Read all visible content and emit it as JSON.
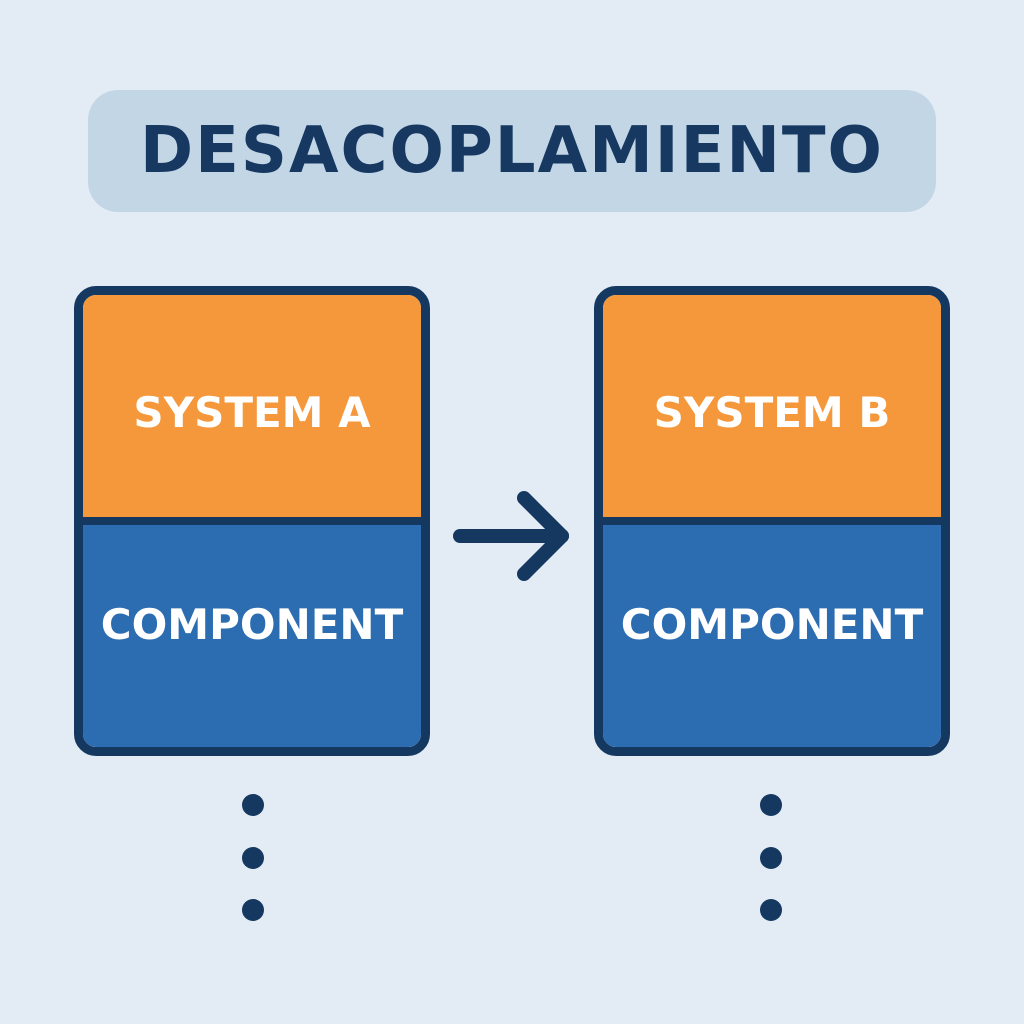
{
  "title": "DESACOPLAMIENTO",
  "systems": [
    {
      "name": "SYSTEM A",
      "component": "COMPONENT"
    },
    {
      "name": "SYSTEM B",
      "component": "COMPONENT"
    }
  ],
  "colors": {
    "background": "#e3ecf5",
    "title_pill": "#c3d6e6",
    "title_text": "#163861",
    "system_header": "#f5973b",
    "component_body": "#2c6cb1",
    "outline": "#153860",
    "label_text": "#ffffff"
  },
  "icons": {
    "connector": "arrow-right-icon",
    "continuation": "vertical-ellipsis-icon"
  }
}
